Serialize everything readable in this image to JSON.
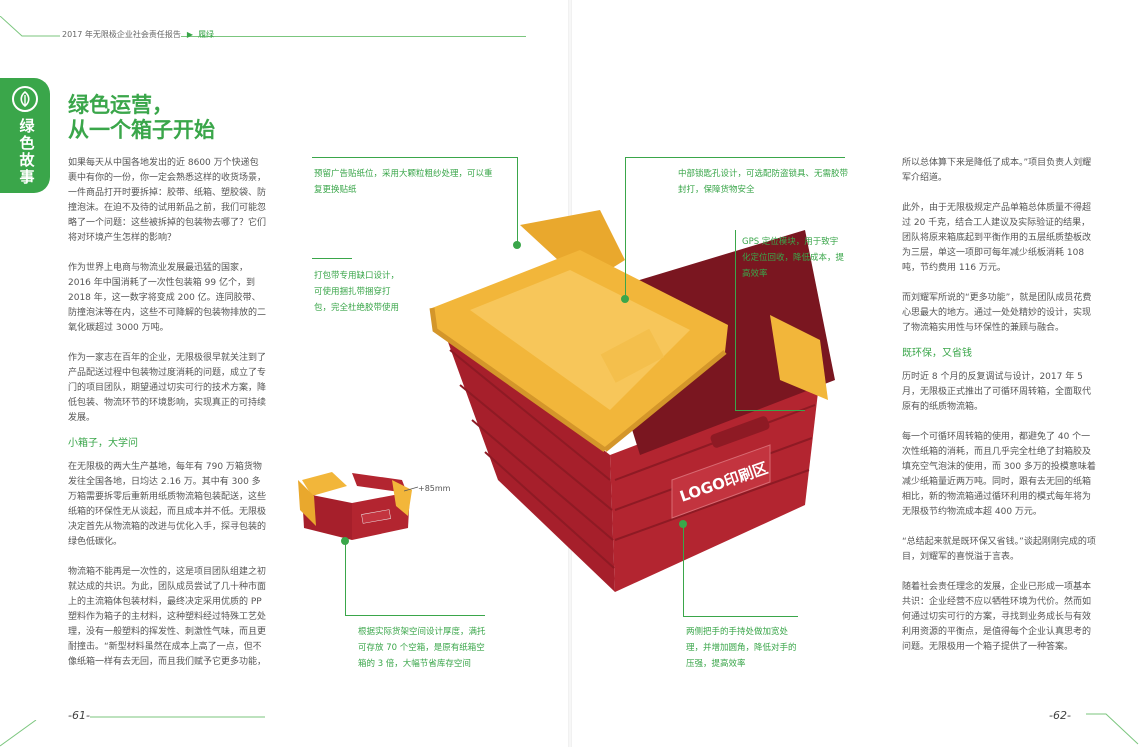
{
  "header": {
    "report_title": "2017 年无限极企业社会责任报告",
    "section": "履绿"
  },
  "side_tab": {
    "chars": [
      "绿",
      "色",
      "故",
      "事"
    ],
    "icon": "leaf-icon"
  },
  "title": {
    "line1": "绿色运营，",
    "line2": "从一个箱子开始"
  },
  "left_column": {
    "p1": "如果每天从中国各地发出的近 8600 万个快递包裹中有你的一份，你一定会熟悉这样的收货场景，一件商品打开时要拆掉：胶带、纸箱、塑胶袋、防撞泡沫。在迫不及待的试用新品之前，我们可能忽略了一个问题：这些被拆掉的包装物去哪了？它们将对环境产生怎样的影响？",
    "p2": "作为世界上电商与物流业发展最迅猛的国家，2016 年中国消耗了一次性包装箱 99 亿个，到 2018 年，这一数字将变成 200 亿。连同胶带、防撞泡沫等在内，这些不可降解的包装物排放的二氧化碳超过 3000 万吨。",
    "p3": "作为一家志在百年的企业，无限极很早就关注到了产品配送过程中包装物过度消耗的问题，成立了专门的项目团队，期望通过切实可行的技术方案，降低包装、物流环节的环境影响，实现真正的可持续发展。",
    "h1": "小箱子，大学问",
    "p4": "在无限极的两大生产基地，每年有 790 万箱货物发往全国各地，日均达 2.16 万。其中有 300 多万箱需要拆零后重新用纸质物流箱包装配送，这些纸箱的环保性无从谈起，而且成本并不低。无限极决定首先从物流箱的改进与优化入手，探寻包装的绿色低碳化。",
    "p5": "物流箱不能再是一次性的，这是项目团队组建之初就达成的共识。为此，团队成员尝试了几十种市面上的主流箱体包装材料，最终决定采用优质的 PP 塑料作为箱子的主材料，这种塑料经过特殊工艺处理，没有一般塑料的挥发性、刺激性气味，而且更耐撞击。“新型材料虽然在成本上高了一点，但不像纸箱一样有去无回，而且我们赋予它更多功能，"
  },
  "callouts": {
    "c1": "预留广告贴纸位，采用大颗粒粗纱处理，可以重复更换贴纸",
    "c2": "打包带专用缺口设计，可使用捆扎带捆穿打包，完全杜绝胶带使用",
    "c3": "中部锁匙孔设计，可选配防盗锁具、无需胶带封打，保障货物安全",
    "c4": "GPS 定位模块，用于致宇化定位回收，降低成本，提高效率",
    "c5": "根据实际货架空间设计厚度，满托可存放 70 个空箱，是原有纸箱空箱的 3 倍，大幅节省库存空间",
    "c6": "两侧把手的手持处做加宽处理，并增加圆角，降低对手的压强，提高效率"
  },
  "box": {
    "logo_label": "LOGO印刷区",
    "small_dim": "+85mm"
  },
  "right_column": {
    "p1": "所以总体算下来是降低了成本。”项目负责人刘耀军介绍道。",
    "p2": "此外，由于无限极规定产品单箱总体质量不得超过 20 千克，结合工人建议及实际验证的结果，团队将原来箱底起到平衡作用的五层纸质垫板改为三层，单这一项即可每年减少纸板消耗 108 吨，节约费用 116 万元。",
    "p3": "而刘耀军所说的“更多功能”，就是团队成员花费心思最大的地方。通过一处处精妙的设计，实现了物流箱实用性与环保性的兼顾与融合。",
    "h1": "既环保，又省钱",
    "p4": "历时近 8 个月的反复调试与设计，2017 年 5 月，无限极正式推出了可循环周转箱，全面取代原有的纸质物流箱。",
    "p5": "每一个可循环周转箱的使用，都避免了 40 个一次性纸箱的消耗，而且几乎完全杜绝了封箱胶及填充空气泡沫的使用，而 300 多万的投模意味着减少纸箱量近两万吨。同时，跟有去无回的纸箱相比，新的物流箱通过循环利用的模式每年将为无限极节约物流成本超 400 万元。",
    "p6": "“总结起来就是既环保又省钱。”谈起刚刚完成的项目，刘耀军的喜悦溢于言表。",
    "p7": "随着社会责任理念的发展，企业已形成一项基本共识：企业经营不应以牺牲环境为代价。然而如何通过切实可行的方案，寻找到业务成长与有效利用资源的平衡点，是值得每个企业认真思考的问题。无限极用一个箱子提供了一种答案。"
  },
  "page_numbers": {
    "left": "-61-",
    "right": "-62-"
  },
  "colors": {
    "green": "#3aa64a",
    "box_red": "#b32530",
    "lid_yellow": "#f2b63a"
  }
}
